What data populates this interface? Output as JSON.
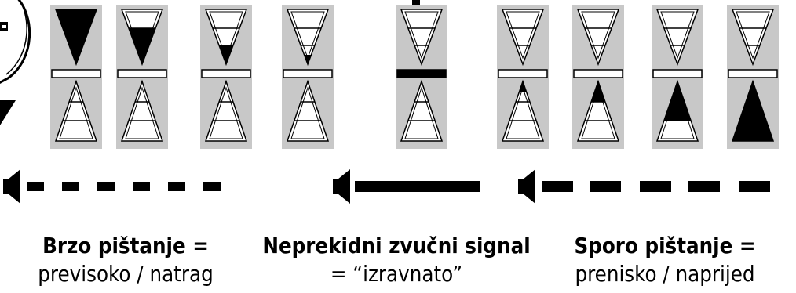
{
  "indicators": [
    {
      "upper_fill": 3,
      "lower_fill": 0,
      "bar": "open"
    },
    {
      "upper_fill": 2,
      "lower_fill": 0,
      "bar": "open"
    },
    {
      "upper_fill": 1,
      "lower_fill": 0,
      "bar": "open"
    },
    {
      "upper_fill": 0.5,
      "lower_fill": 0,
      "bar": "open"
    },
    {
      "upper_fill": 0,
      "lower_fill": 0,
      "bar": "solid"
    },
    {
      "upper_fill": 0,
      "lower_fill": 0.5,
      "bar": "open"
    },
    {
      "upper_fill": 0,
      "lower_fill": 1,
      "bar": "open"
    },
    {
      "upper_fill": 0,
      "lower_fill": 2,
      "bar": "open"
    },
    {
      "upper_fill": 0,
      "lower_fill": 3,
      "bar": "open"
    }
  ],
  "signals": {
    "fast": {
      "icon": "speaker-icon",
      "pattern": "short-dashes"
    },
    "continuous": {
      "icon": "speaker-icon",
      "pattern": "solid"
    },
    "slow": {
      "icon": "speaker-icon",
      "pattern": "long-dashes"
    }
  },
  "captions": {
    "fast": {
      "title": "Brzo pištanje =",
      "desc": "previsoko / natrag"
    },
    "level": {
      "title": "Neprekidni zvučni signal",
      "desc": "= “izravnato”"
    },
    "slow": {
      "title": "Sporo pištanje =",
      "desc": "prenisko / naprijed"
    }
  },
  "colors": {
    "panel": "#c8c8c8",
    "ink": "#000000",
    "background": "#ffffff"
  }
}
